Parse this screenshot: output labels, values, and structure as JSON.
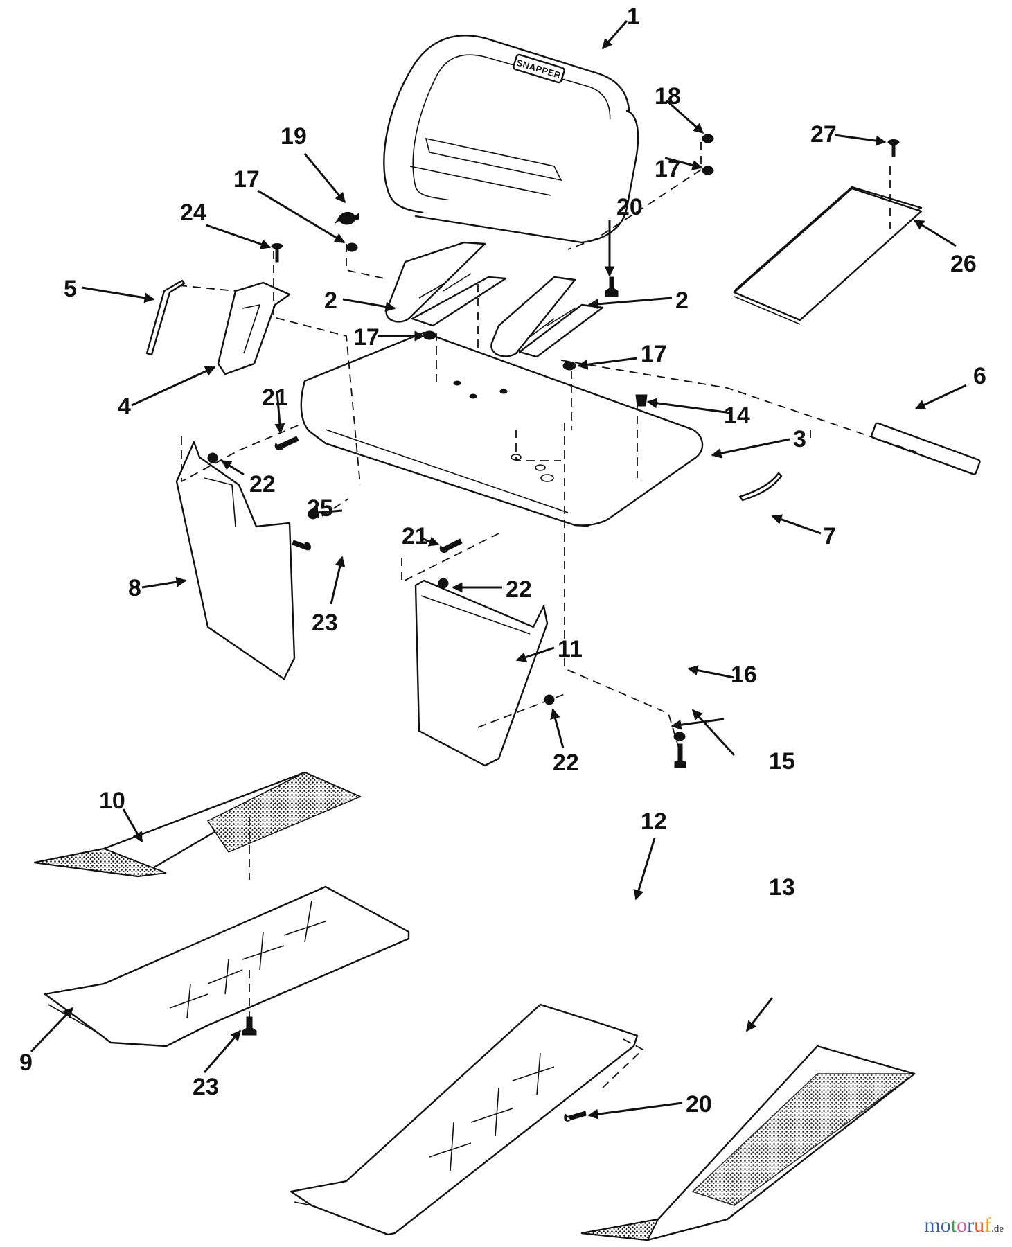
{
  "diagram": {
    "title": "Snapper riding mower seat and footrest assembly — exploded parts diagram",
    "seat_logo_text": "SNAPPER",
    "callouts": [
      {
        "id": "c1",
        "label": "1",
        "part": "seat"
      },
      {
        "id": "c2a",
        "label": "2",
        "part": "seat bracket (left)"
      },
      {
        "id": "c2b",
        "label": "2",
        "part": "seat bracket (right)"
      },
      {
        "id": "c3",
        "label": "3",
        "part": "seat pan / support"
      },
      {
        "id": "c4",
        "label": "4",
        "part": "adjustment plate"
      },
      {
        "id": "c5",
        "label": "5",
        "part": "adjustment lever"
      },
      {
        "id": "c6",
        "label": "6",
        "part": "decal strip"
      },
      {
        "id": "c7",
        "label": "7",
        "part": "curved trim"
      },
      {
        "id": "c8",
        "label": "8",
        "part": "side panel (left)"
      },
      {
        "id": "c9",
        "label": "9",
        "part": "footrest (left)"
      },
      {
        "id": "c10",
        "label": "10",
        "part": "footrest mat (left)"
      },
      {
        "id": "c11",
        "label": "11",
        "part": "side panel (right)"
      },
      {
        "id": "c12",
        "label": "12",
        "part": "footrest (right)"
      },
      {
        "id": "c13",
        "label": "13",
        "part": "footrest mat (right)"
      },
      {
        "id": "c14",
        "label": "14",
        "part": "nut"
      },
      {
        "id": "c15",
        "label": "15",
        "part": "bolt"
      },
      {
        "id": "c16",
        "label": "16",
        "part": "washer"
      },
      {
        "id": "c17a",
        "label": "17",
        "part": "washer"
      },
      {
        "id": "c17b",
        "label": "17",
        "part": "washer"
      },
      {
        "id": "c17c",
        "label": "17",
        "part": "washer"
      },
      {
        "id": "c17d",
        "label": "17",
        "part": "washer"
      },
      {
        "id": "c18",
        "label": "18",
        "part": "nut"
      },
      {
        "id": "c19",
        "label": "19",
        "part": "wing nut"
      },
      {
        "id": "c20a",
        "label": "20",
        "part": "bolt"
      },
      {
        "id": "c20b",
        "label": "20",
        "part": "screw"
      },
      {
        "id": "c21a",
        "label": "21",
        "part": "bolt"
      },
      {
        "id": "c21b",
        "label": "21",
        "part": "bolt"
      },
      {
        "id": "c22a",
        "label": "22",
        "part": "nut"
      },
      {
        "id": "c22b",
        "label": "22",
        "part": "nut"
      },
      {
        "id": "c22c",
        "label": "22",
        "part": "nut"
      },
      {
        "id": "c23a",
        "label": "23",
        "part": "bolt"
      },
      {
        "id": "c23b",
        "label": "23",
        "part": "bolt"
      },
      {
        "id": "c24",
        "label": "24",
        "part": "screw"
      },
      {
        "id": "c25",
        "label": "25",
        "part": "nut"
      },
      {
        "id": "c26",
        "label": "26",
        "part": "plate"
      },
      {
        "id": "c27",
        "label": "27",
        "part": "screw"
      }
    ]
  },
  "watermark": {
    "letters": [
      {
        "ch": "m",
        "color": "#3a5fb0"
      },
      {
        "ch": "o",
        "color": "#3a5fb0"
      },
      {
        "ch": "t",
        "color": "#3aa04a"
      },
      {
        "ch": "o",
        "color": "#e0529a"
      },
      {
        "ch": "r",
        "color": "#3a5fb0"
      },
      {
        "ch": "u",
        "color": "#e0531f"
      },
      {
        "ch": "f",
        "color": "#e8a21a"
      }
    ],
    "suffix": ".de"
  }
}
